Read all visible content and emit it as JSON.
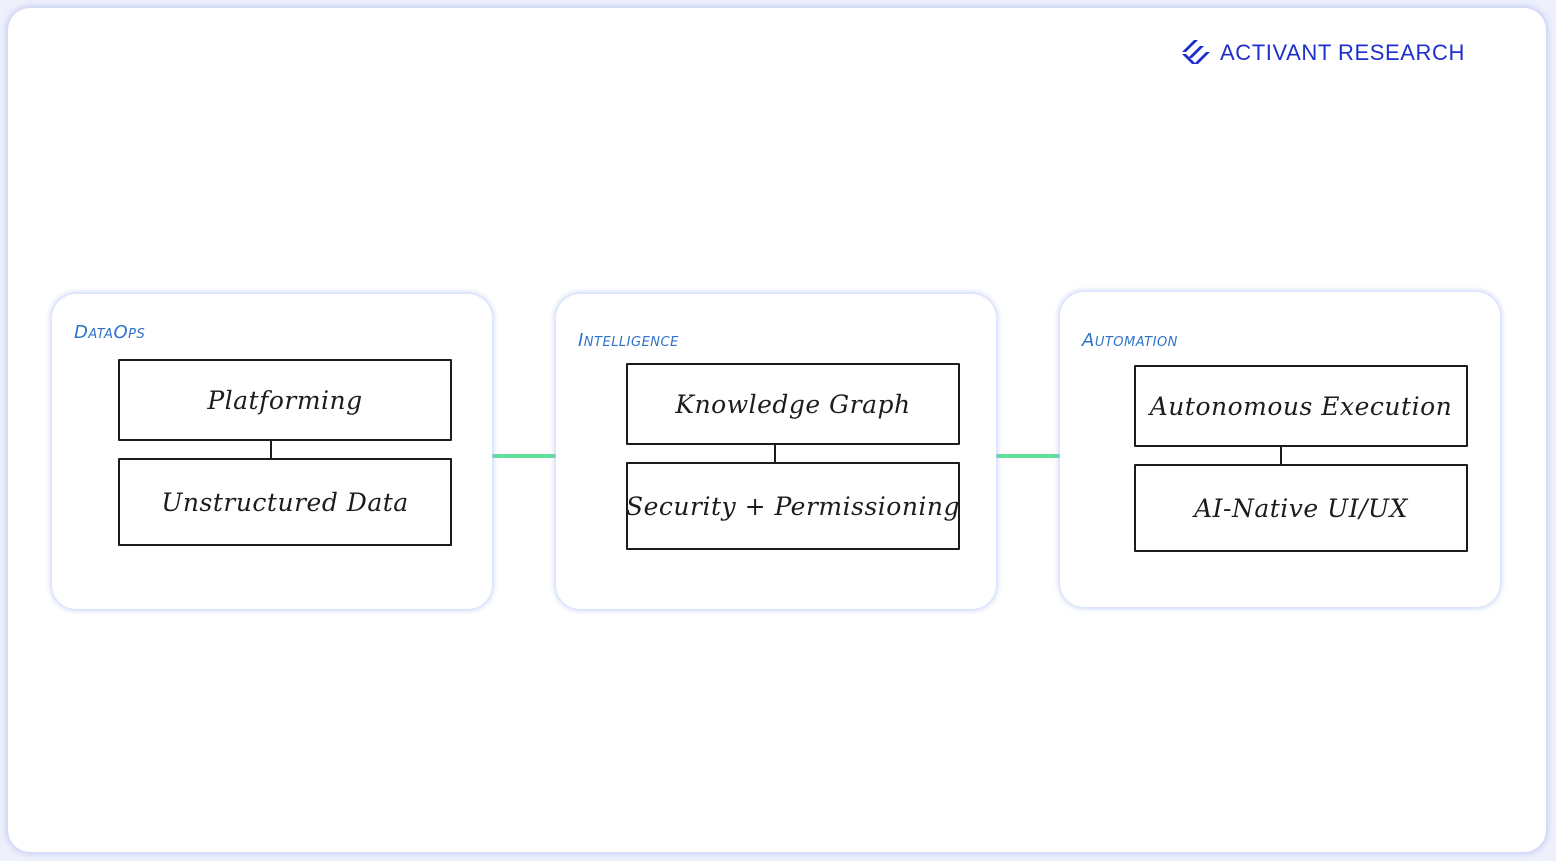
{
  "brand": {
    "name": "ACTIVANT",
    "suffix": "RESEARCH",
    "logo_icon": "chevron-stripes-icon",
    "color": "#1f2fcb"
  },
  "colors": {
    "title_blue": "#2f73c9",
    "connector_green": "#5fe09a",
    "ink": "#1c1c1c"
  },
  "cards": [
    {
      "title": "DataOps",
      "boxes": [
        "Platforming",
        "Unstructured Data"
      ]
    },
    {
      "title": "Intelligence",
      "boxes": [
        "Knowledge Graph",
        "Security + Permissioning"
      ]
    },
    {
      "title": "Automation",
      "boxes": [
        "Autonomous Execution",
        "AI-Native UI/UX"
      ]
    }
  ]
}
